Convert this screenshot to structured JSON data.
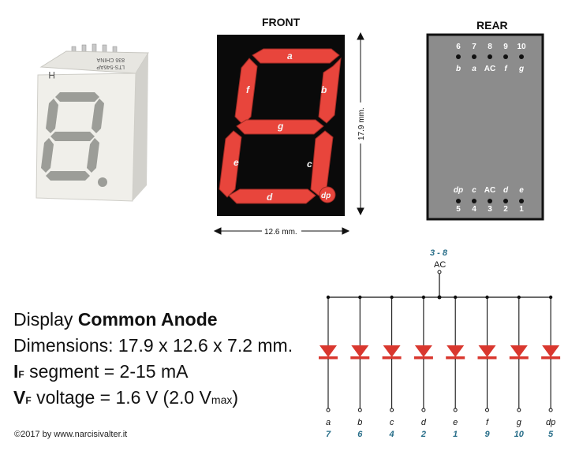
{
  "front": {
    "title": "FRONT",
    "width_label": "12.6 mm.",
    "height_label": "17.9 mm.",
    "segments": [
      "a",
      "b",
      "c",
      "d",
      "e",
      "f",
      "g",
      "dp"
    ]
  },
  "rear": {
    "title": "REAR",
    "top_pins": [
      {
        "num": "6",
        "label": "b"
      },
      {
        "num": "7",
        "label": "a"
      },
      {
        "num": "8",
        "label": "AC"
      },
      {
        "num": "9",
        "label": "f"
      },
      {
        "num": "10",
        "label": "g"
      }
    ],
    "bottom_pins": [
      {
        "num": "5",
        "label": "dp"
      },
      {
        "num": "4",
        "label": "c"
      },
      {
        "num": "3",
        "label": "AC"
      },
      {
        "num": "2",
        "label": "d"
      },
      {
        "num": "1",
        "label": "e"
      }
    ]
  },
  "photo": {
    "part_text": "LTS-546AP",
    "origin_text": "836 CHINA",
    "mark": "H"
  },
  "circuit": {
    "anode_pins": "3 - 8",
    "anode_label": "AC",
    "leds": [
      {
        "seg": "a",
        "pin": "7"
      },
      {
        "seg": "b",
        "pin": "6"
      },
      {
        "seg": "c",
        "pin": "4"
      },
      {
        "seg": "d",
        "pin": "2"
      },
      {
        "seg": "e",
        "pin": "1"
      },
      {
        "seg": "f",
        "pin": "9"
      },
      {
        "seg": "g",
        "pin": "10"
      },
      {
        "seg": "dp",
        "pin": "5"
      }
    ]
  },
  "specs": {
    "line1_prefix": "Display",
    "line1_bold": "Common Anode",
    "line2": "Dimensions: 17.9 x 12.6 x 7.2 mm.",
    "line3_sym": "I",
    "line3_sub": "F",
    "line3_rest": " segment = 2-15 mA",
    "line4_sym": "V",
    "line4_sub": "F",
    "line4_rest": " voltage = 1.6 V (2.0 V",
    "line4_sub2": "max",
    "line4_end": ")"
  },
  "copyright": "©2017 by www.narcisivalter.it",
  "colors": {
    "segment": "#e8453c",
    "led": "#d9372e",
    "rear_body": "#8c8c8c",
    "pin_num_blue": "#2a6f8a"
  }
}
